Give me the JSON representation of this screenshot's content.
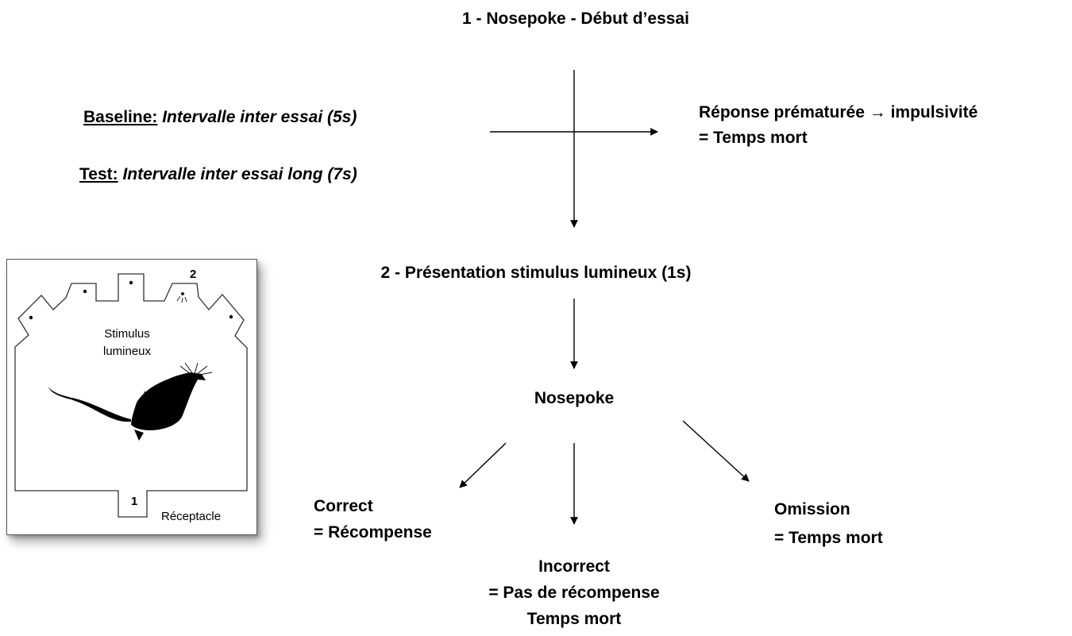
{
  "step1": "1 - Nosepoke - Début d’essai",
  "baseline": {
    "label": "Baseline:",
    "text": " Intervalle inter essai (5s)"
  },
  "test": {
    "label": "Test:",
    "text": " Intervalle inter essai long (7s)"
  },
  "premature": {
    "line1": "Réponse prématurée → impulsivité",
    "line2": "= Temps mort"
  },
  "step2": "2 - Présentation stimulus lumineux (1s)",
  "nosepoke": "Nosepoke",
  "correct": {
    "line1": "Correct",
    "line2": "= Récompense"
  },
  "incorrect": {
    "line1": "Incorrect",
    "line2": "= Pas de récompense",
    "line3": "Temps mort"
  },
  "omission": {
    "line1": "Omission",
    "line2": "= Temps mort"
  },
  "chamber": {
    "stimulus_label_1": "Stimulus",
    "stimulus_label_2": "lumineux",
    "receptacle_label": "Réceptacle",
    "hole_number_1": "1",
    "hole_number_2": "2"
  }
}
